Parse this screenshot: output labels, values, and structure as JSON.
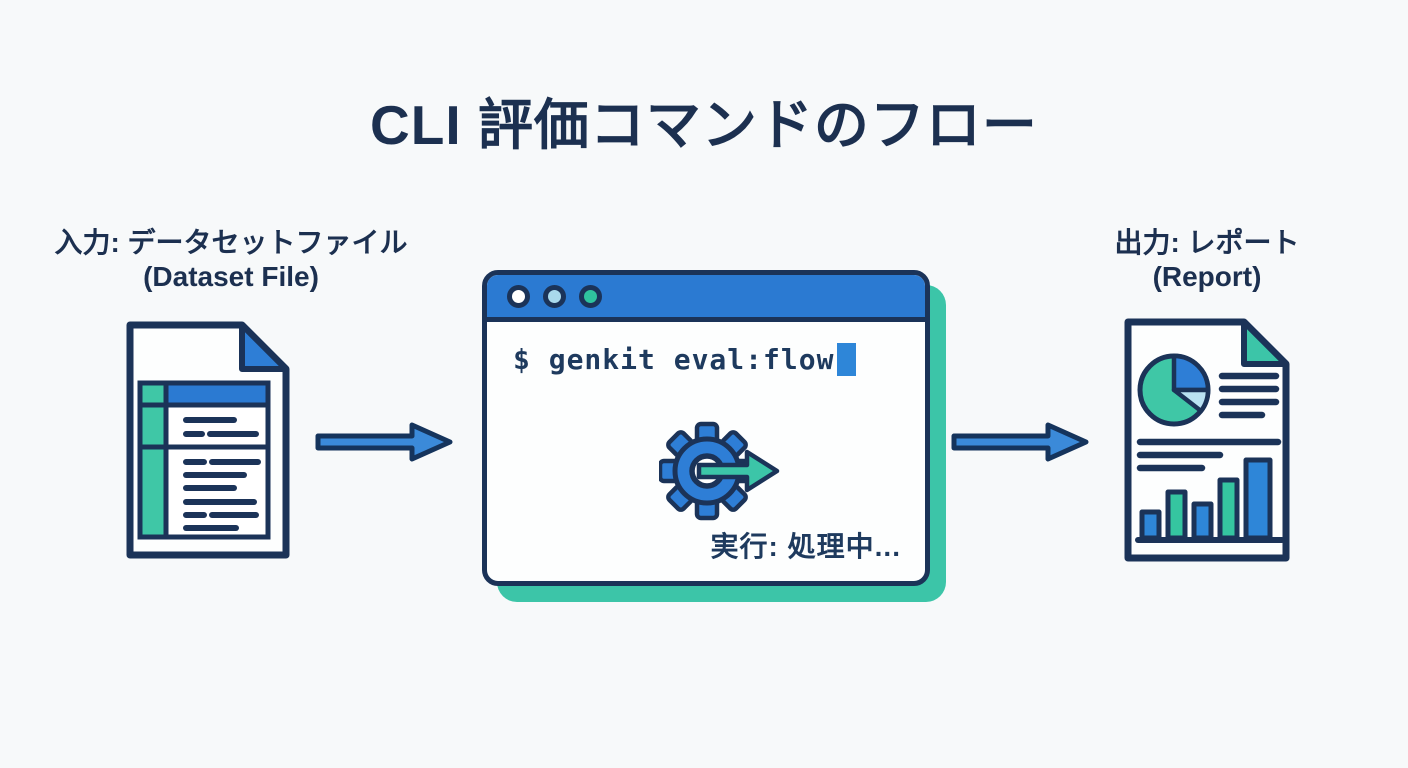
{
  "title": "CLI 評価コマンドのフロー",
  "colors": {
    "background": "#f7f9fa",
    "outline_navy": "#1b3358",
    "text_navy": "#1c3050",
    "accent_blue": "#2b7ad2",
    "accent_teal": "#3cc5a8",
    "light_blue": "#a9d9ec",
    "cursor_blue": "#2e86d8"
  },
  "input": {
    "label_ja": "入力: データセットファイル",
    "label_en": "(Dataset File)",
    "icon": "dataset-file-icon"
  },
  "flow": {
    "arrow_icon": "right-arrow-icon"
  },
  "terminal": {
    "window_controls": [
      "white-dot",
      "light-blue-dot",
      "teal-dot"
    ],
    "command": "$ genkit eval:flow",
    "status": "実行: 処理中...",
    "gear_icon": "gear-arrow-icon"
  },
  "output": {
    "label_ja": "出力: レポート",
    "label_en": "(Report)",
    "icon": "report-icon"
  }
}
